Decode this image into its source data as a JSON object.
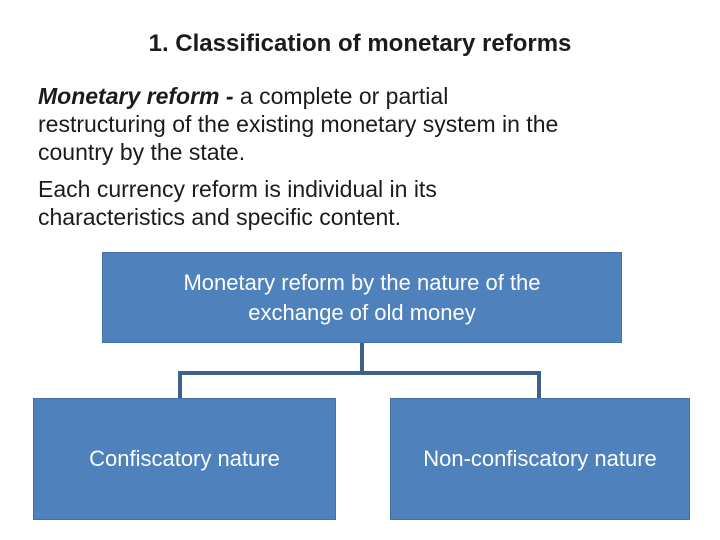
{
  "slide": {
    "title": "1. Classification of monetary reforms",
    "paragraph1": {
      "term": "Monetary reform -",
      "line1_rest": " a complete or partial",
      "line2": "restructuring of the existing monetary system in the",
      "line3": "country by the state."
    },
    "paragraph2": {
      "line1": "Each currency reform is individual in its",
      "line2": "characteristics and specific content."
    },
    "diagram": {
      "root": {
        "line1": "Monetary reform by the nature of the",
        "line2": "exchange of old money"
      },
      "children": [
        {
          "label": "Confiscatory nature"
        },
        {
          "label": "Non-confiscatory nature"
        }
      ]
    },
    "colors": {
      "box_fill": "#4f81bd",
      "box_border": "#466fa3",
      "box_text": "#fdfeff",
      "connector": "#3e618c",
      "text": "#1b1b1b"
    }
  }
}
